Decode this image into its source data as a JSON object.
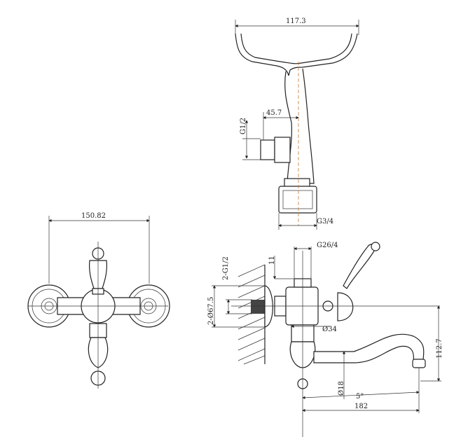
{
  "title": "Bath mixer technical drawing",
  "top_view": {
    "width": "117.3",
    "offset": "45.7",
    "inlet_thread": "G1/2",
    "outlet_thread": "G3/4"
  },
  "front_view": {
    "width": "150.82"
  },
  "side_view": {
    "top_thread": "G26/4",
    "top_height": "11",
    "inlet_thread": "2-G1/2",
    "escutcheon_diameter": "2-Ø67.5",
    "body_diameter": "Ø34",
    "spout_height": "112.7",
    "spout_diameter": "Ø18",
    "angle": "5°",
    "spout_length": "182"
  },
  "colors": {
    "line": "#222222",
    "centerline": "#c87a3a"
  }
}
